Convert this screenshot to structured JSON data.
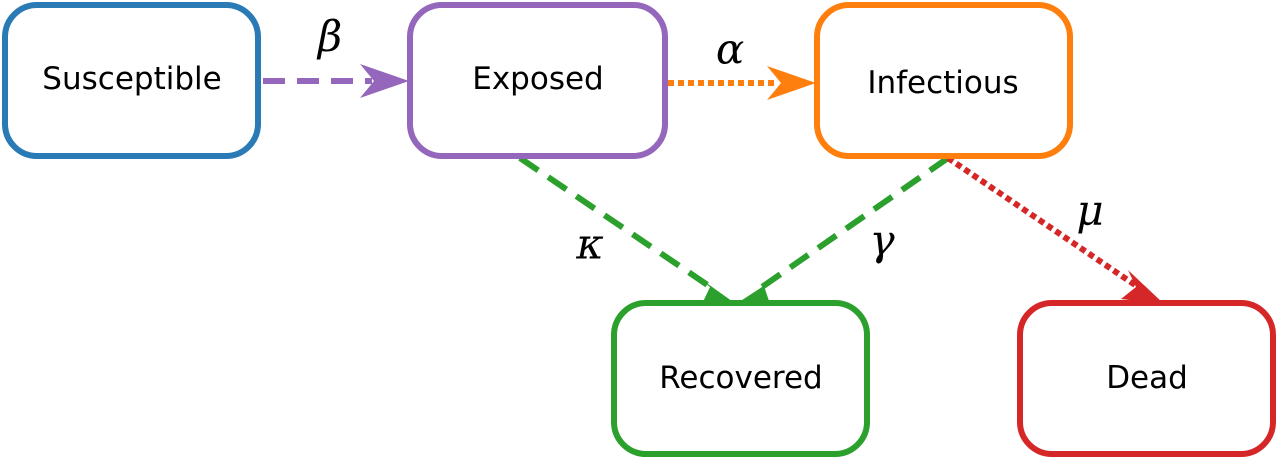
{
  "nodes": {
    "susceptible": {
      "label": "Susceptible",
      "color": "#2a7ab5"
    },
    "exposed": {
      "label": "Exposed",
      "color": "#9467bd"
    },
    "infectious": {
      "label": "Infectious",
      "color": "#ff7f0e"
    },
    "recovered": {
      "label": "Recovered",
      "color": "#2ca02c"
    },
    "dead": {
      "label": "Dead",
      "color": "#d62728"
    }
  },
  "edges": {
    "susceptible_exposed": {
      "label": "β",
      "color": "#9467bd",
      "style": "dashed"
    },
    "exposed_infectious": {
      "label": "α",
      "color": "#ff7f0e",
      "style": "dotted"
    },
    "exposed_recovered": {
      "label": "κ",
      "color": "#2ca02c",
      "style": "dashed"
    },
    "infectious_recovered": {
      "label": "γ",
      "color": "#2ca02c",
      "style": "dashed"
    },
    "infectious_dead": {
      "label": "μ",
      "color": "#d62728",
      "style": "dotted"
    }
  }
}
